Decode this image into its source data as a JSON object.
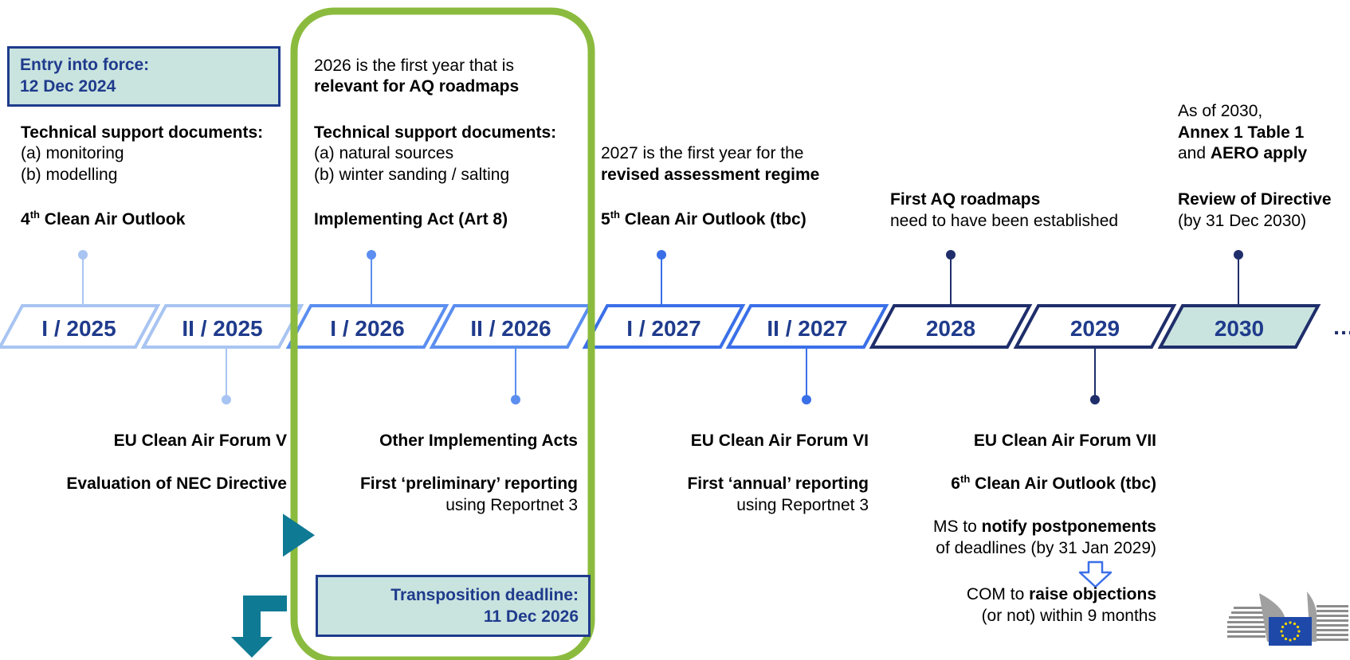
{
  "colors": {
    "highlight_green": "#8bbb3e",
    "light_blue": "#a8c4f2",
    "mid_blue": "#5b8ef0",
    "bright_blue": "#3a6fe8",
    "dark_navy": "#1f2e6b",
    "box_fill": "#c9e3df",
    "box_border": "#1f3b8c",
    "arrow_teal": "#0f7a94"
  },
  "timeline": {
    "periods": [
      "I / 2025",
      "II / 2025",
      "I / 2026",
      "II / 2026",
      "I / 2027",
      "II / 2027",
      "2028",
      "2029",
      "2030"
    ],
    "ellipsis": "…"
  },
  "entry_box": {
    "line1": "Entry into force:",
    "line2": "12 Dec 2024"
  },
  "col2025": {
    "tsd_title": "Technical support documents:",
    "tsd_a": "(a) monitoring",
    "tsd_b": "(b) modelling",
    "outlook_sup": "th",
    "outlook_num": "4",
    "outlook_text": " Clean Air Outlook"
  },
  "col2026": {
    "intro_line1": "2026 is the first year that is",
    "intro_line2": "relevant for AQ roadmaps",
    "tsd_title": "Technical support documents:",
    "tsd_a": "(a) natural sources",
    "tsd_b": "(b) winter sanding / salting",
    "impl_act": "Implementing Act (Art 8)"
  },
  "col2027": {
    "line1": "2027 is the first year for the",
    "line2": "revised assessment regime",
    "outlook_num": "5",
    "outlook_sup": "th",
    "outlook_text": " Clean Air Outlook (tbc)"
  },
  "col2028": {
    "title": "First AQ roadmaps",
    "sub": "need to have been established"
  },
  "col2030": {
    "line1": "As of 2030,",
    "line2": "Annex 1 Table 1",
    "line3_pre": "and ",
    "line3_bold": "AERO apply",
    "review_title": "Review of Directive",
    "review_sub": "(by 31 Dec 2030)"
  },
  "below": {
    "forum5": "EU Clean Air Forum V",
    "nec_eval": "Evaluation of NEC Directive",
    "other_impl": "Other Implementing Acts",
    "prelim_reporting": "First ‘preliminary’ reporting",
    "using_rn3_a": "using Reportnet 3",
    "forum6": "EU Clean Air Forum VI",
    "annual_reporting": "First ‘annual’ reporting",
    "using_rn3_b": "using Reportnet 3",
    "forum7": "EU Clean Air Forum VII",
    "outlook6_num": "6",
    "outlook6_sup": "th",
    "outlook6_text": " Clean Air Outlook (tbc)",
    "ms_pre": "MS to ",
    "ms_bold": "notify postponements",
    "ms_sub": "of deadlines (by 31 Jan 2029)",
    "com_pre": "COM to ",
    "com_bold": "raise objections",
    "com_sub": "(or not) within 9 months"
  },
  "transposition_box": {
    "line1": "Transposition deadline:",
    "line2": "11 Dec 2026"
  }
}
